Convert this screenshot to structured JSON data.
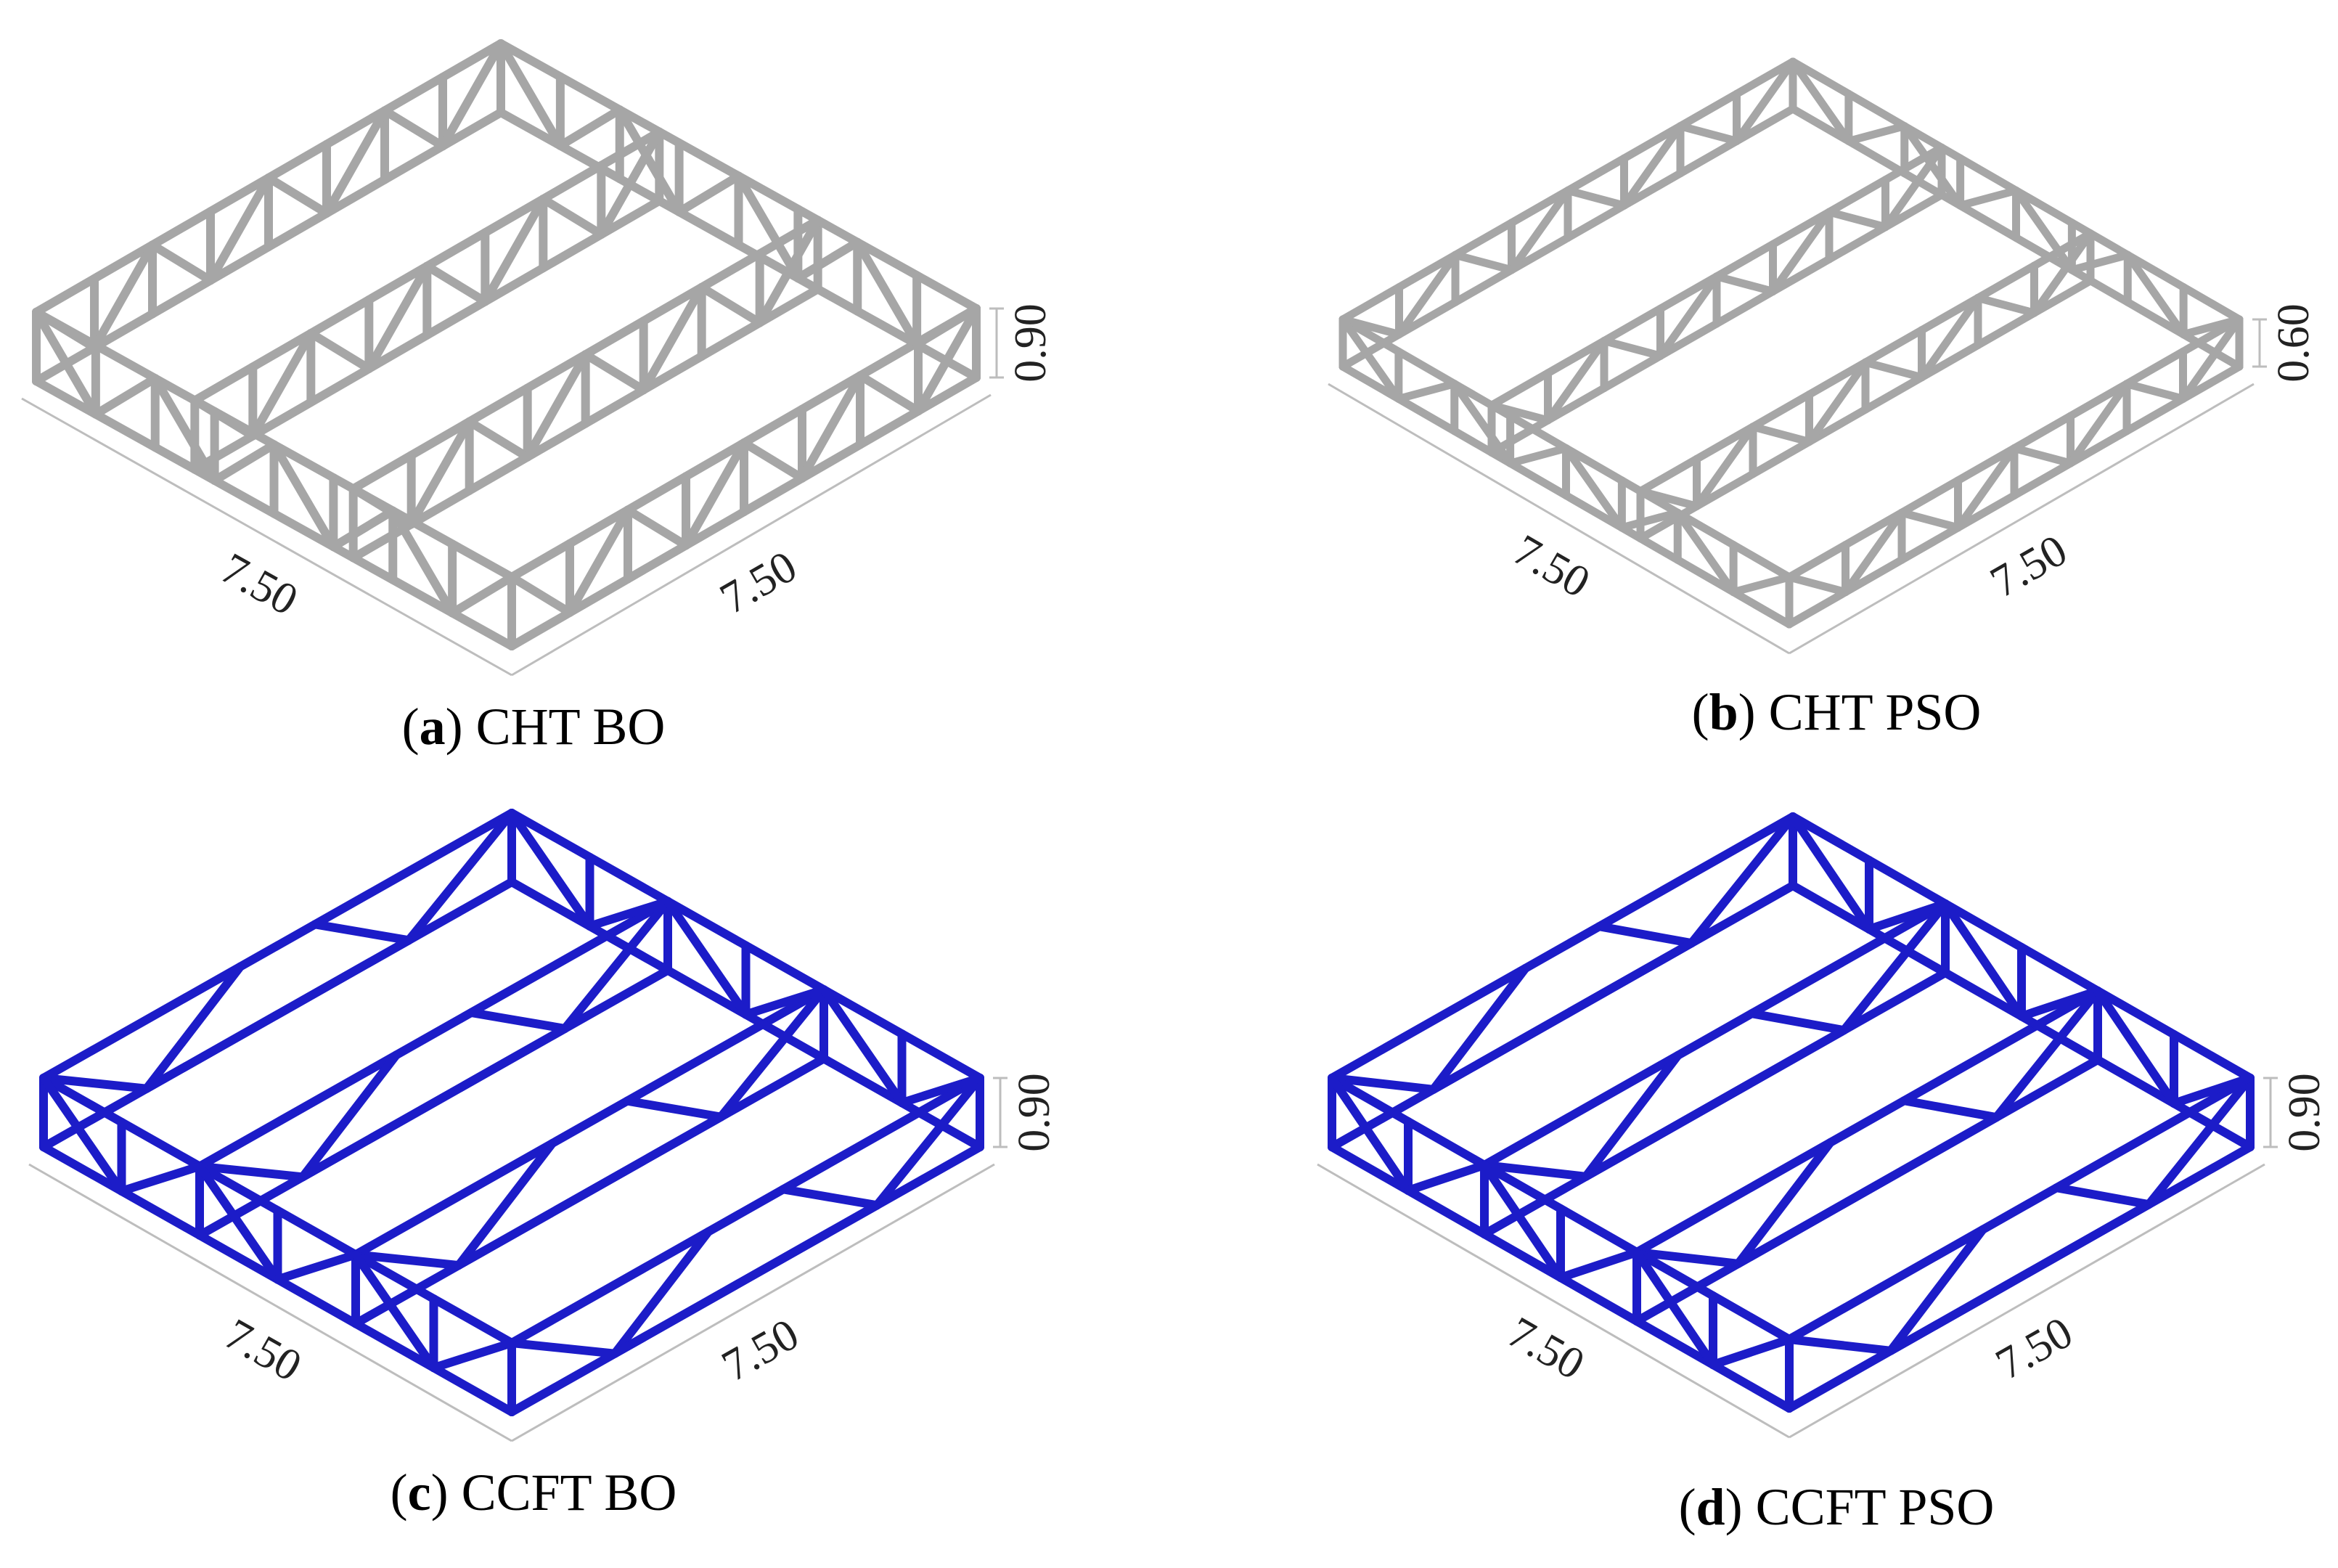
{
  "colors": {
    "cht": "#a6a6a6",
    "ccft": "#1c1cc8",
    "dimension_line": "#bdbdbd",
    "text": "#000000"
  },
  "panels": [
    {
      "letter": "a",
      "name": "CHT BO",
      "color_key": "cht",
      "depth_label": "0.90",
      "span_labels": [
        "7.50",
        "7.50"
      ],
      "depth_m": 0.9,
      "diag_pattern": "dense"
    },
    {
      "letter": "b",
      "name": "CHT PSO",
      "color_key": "cht",
      "depth_label": "0.60",
      "span_labels": [
        "7.50",
        "7.50"
      ],
      "depth_m": 0.6,
      "diag_pattern": "dense"
    },
    {
      "letter": "c",
      "name": "CCFT BO",
      "color_key": "ccft",
      "depth_label": "0.90",
      "span_labels": [
        "7.50",
        "7.50"
      ],
      "depth_m": 0.9,
      "diag_pattern": "sparse"
    },
    {
      "letter": "d",
      "name": "CCFT PSO",
      "color_key": "ccft",
      "depth_label": "0.90",
      "span_labels": [
        "7.50",
        "7.50"
      ],
      "depth_m": 0.9,
      "diag_pattern": "sparse"
    }
  ]
}
